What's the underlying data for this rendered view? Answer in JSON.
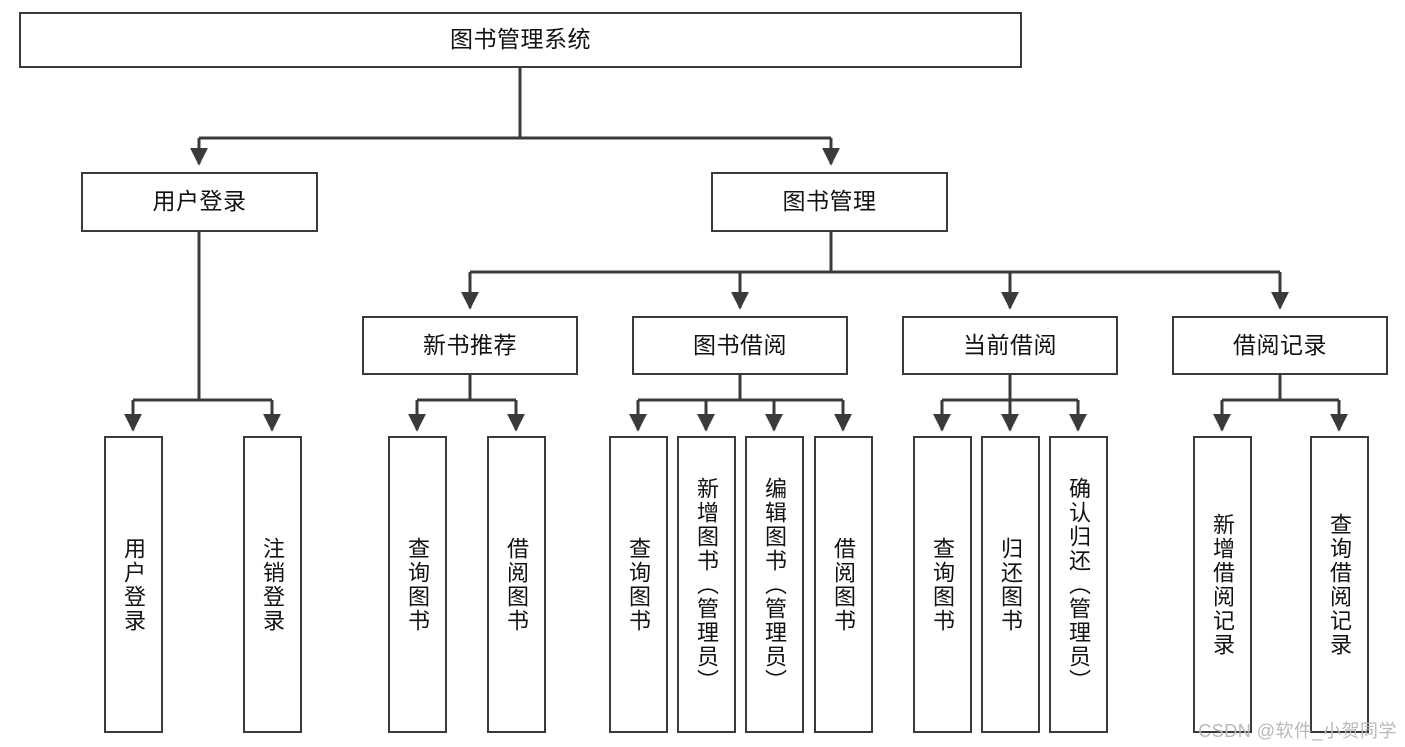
{
  "diagram": {
    "title": "图书管理系统",
    "type": "tree-hierarchy",
    "watermark": "CSDN @软件_小贺同学",
    "colors": {
      "box_border": "#3a3a3a",
      "box_fill": "#ffffff",
      "connector": "#3a3a3a",
      "text": "#121212",
      "watermark": "#b9b9b9",
      "background": "#ffffff"
    },
    "root": {
      "label": "图书管理系统"
    },
    "level2": [
      {
        "label": "用户登录"
      },
      {
        "label": "图书管理"
      }
    ],
    "level3": [
      {
        "label": "新书推荐"
      },
      {
        "label": "图书借阅"
      },
      {
        "label": "当前借阅"
      },
      {
        "label": "借阅记录"
      }
    ],
    "leaves": {
      "user_login": [
        {
          "label": "用户登录"
        },
        {
          "label": "注销登录"
        }
      ],
      "new_book_recommend": [
        {
          "label": "查询图书"
        },
        {
          "label": "借阅图书"
        }
      ],
      "book_borrow": [
        {
          "label": "查询图书"
        },
        {
          "label": "新增图书（管理员）"
        },
        {
          "label": "编辑图书（管理员）"
        },
        {
          "label": "借阅图书"
        }
      ],
      "current_borrow": [
        {
          "label": "查询图书"
        },
        {
          "label": "归还图书"
        },
        {
          "label": "确认归还（管理员）"
        }
      ],
      "borrow_record": [
        {
          "label": "新增借阅记录"
        },
        {
          "label": "查询借阅记录"
        }
      ]
    }
  }
}
